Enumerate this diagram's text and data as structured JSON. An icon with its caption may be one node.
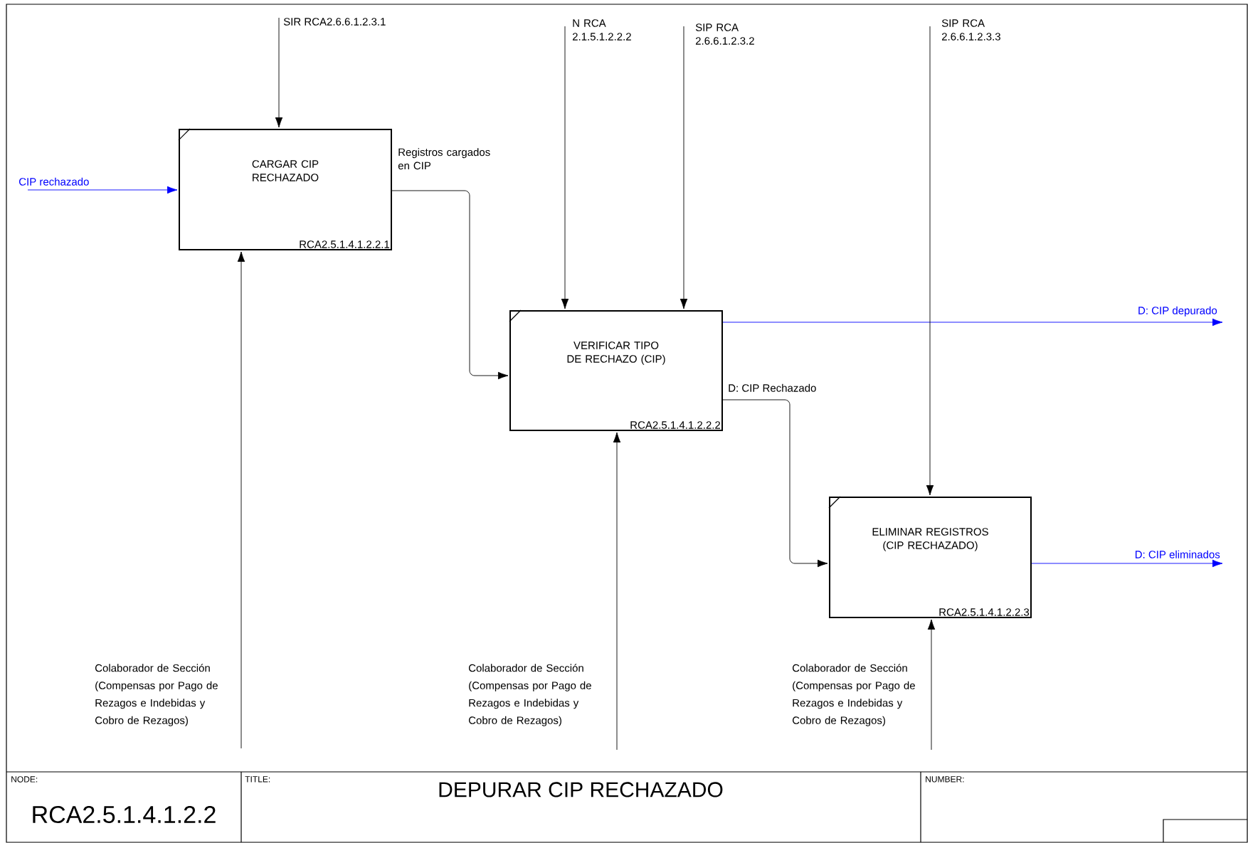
{
  "diagram": {
    "title": "DEPURAR CIP RECHAZADO",
    "nodes": [
      {
        "text": [
          "CARGAR CIP RECHAZADO",
          "RCA2.5.1.4.1.2.2.1"
        ]
      },
      {
        "text": [
          "VERIFICAR TIPO DE RECHAZO (CIP)",
          "RCA2.5.1.4.1.2.2.2"
        ]
      },
      {
        "text": [
          "ELIMINAR REGISTROS (CIP RECHAZADO)",
          "RCA2.5.1.4.1.2.2.3"
        ]
      }
    ],
    "edges": [
      {
        "from": null,
        "to": 0,
        "arrow": "to",
        "label": "CIP rechazado",
        "color": "#0000ff"
      },
      {
        "from": null,
        "to": 0,
        "arrow": "to",
        "label": "SIR RCA2.6.6.1.2.3.1"
      },
      {
        "from": null,
        "to": 0,
        "arrow": "to",
        "label": "Colaborador de Sección (Compensas por Pago de Rezagos e Indebidas y Cobro de Rezagos)"
      },
      {
        "from": 0,
        "to": 1,
        "arrow": "to",
        "label": "Registros cargados en CIP"
      },
      {
        "from": null,
        "to": 1,
        "arrow": "to",
        "label": "N RCA 2.1.5.1.2.2.2"
      },
      {
        "from": null,
        "to": 1,
        "arrow": "to",
        "label": "SIP RCA 2.6.6.1.2.3.2"
      },
      {
        "from": null,
        "to": 1,
        "arrow": "to",
        "label": "Colaborador de Sección (Compensas por Pago de Rezagos e Indebidas y Cobro de Rezagos)"
      },
      {
        "from": 1,
        "to": null,
        "arrow": "to",
        "label": "D: CIP depurado",
        "color": "#0000ff"
      },
      {
        "from": 1,
        "to": 2,
        "arrow": "to",
        "label": "D: CIP Rechazado"
      },
      {
        "from": null,
        "to": 2,
        "arrow": "to",
        "label": "SIP RCA 2.6.6.1.2.3.3"
      },
      {
        "from": null,
        "to": 2,
        "arrow": "to",
        "label": "Colaborador de Sección (Compensas por Pago de Rezagos e Indebidas y Cobro de Rezagos)"
      },
      {
        "from": 2,
        "to": null,
        "arrow": "to",
        "label": "D: CIP eliminados",
        "color": "#0000ff"
      }
    ],
    "labels": [
      "NODE:",
      "TITLE:",
      "NUMBER:",
      "RCA2.5.1.4.1.2.2"
    ]
  }
}
